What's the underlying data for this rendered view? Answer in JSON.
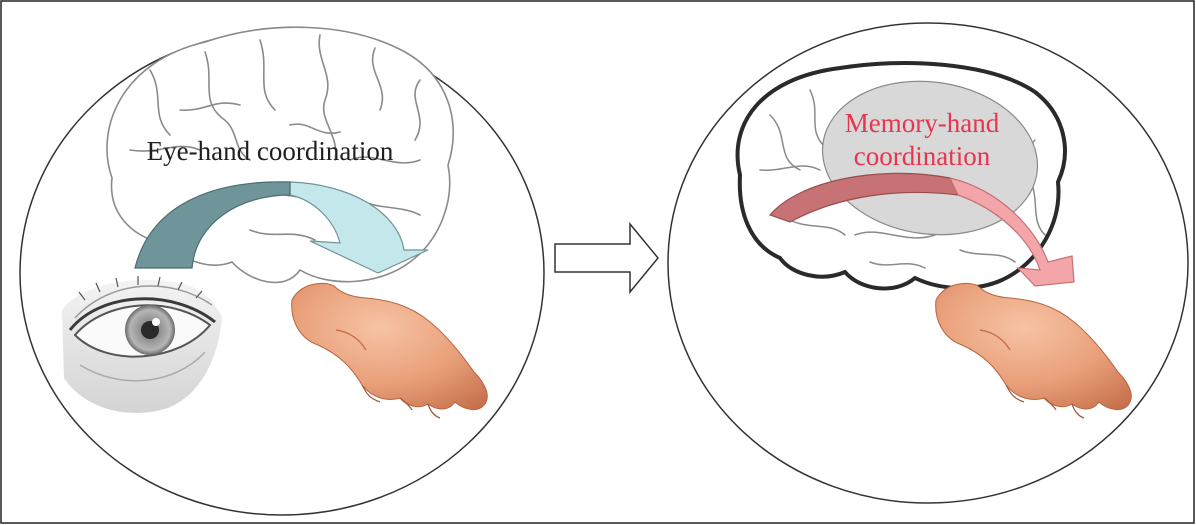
{
  "panels": {
    "left": {
      "label": "Eye-hand coordination",
      "arrow_colors": {
        "dark": "#6f9499",
        "light": "#c3e7ea"
      }
    },
    "right": {
      "label_line1": "Memory-hand",
      "label_line2": "coordination",
      "label_color": "#e8344e",
      "memory_region_color": "#d8d8d8",
      "arrow_colors": {
        "dark": "#c77274",
        "light": "#f3a5aa"
      }
    }
  },
  "connector": {
    "icon": "right-arrow-outline-icon"
  },
  "icons": {
    "brain_left": "brain-outline-icon",
    "brain_right": "brain-outline-icon",
    "eye": "eye-icon",
    "hand_left": "hand-icon",
    "hand_right": "hand-icon"
  },
  "colors": {
    "skin": "#e9a07a",
    "skin_shadow": "#c6714d",
    "brain_outline": "#8a8a8a",
    "brain_outline_bold": "#2a2a2a",
    "frame": "#222222"
  }
}
